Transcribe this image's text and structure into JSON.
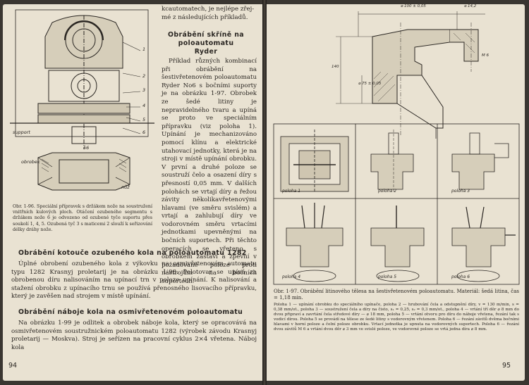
{
  "left": {
    "cont_text": "kcautomatech, je nejlépe zřej-mé z následujících příkladů.",
    "heading_housing": "Obrábění skříně na poloautomatu Ryder",
    "body_housing": "Příklad různých kombinací při obrábění na šestivřetenovém poloautomatu Ryder No6 s bočními suporty je na obrázku 1-97. Obrobek ze šedé litiny je nepravidelného tvaru a upíná se proto ve speciálním přípravku (viz poloha 1). Upínání je mechanizováno pomocí klínu a elektrické utahovací jednotky, která je na stroji v místě upínání obrobku. V první a druhé poloze se soustruží čelo a osazení díry s přesností 0,05 mm. V dalších polohách se vrtají díry a řežou závity několikavřetenovými hlavami (ve směru svislém) a vrtají a zahlubují díry ve vodorovném směru vrtacími jednotkami upevněnými na bočních suportech. Při těchto operacích se vřeteno s obrobkem zastaví a zpevní v požadované poloze proti nástrojům na bočních suportech.",
    "fig_caption": "Obr. 1-96. Speciální přípravek s držákem nože na soustružení vnitřních kulových ploch. Otáčení ozubeného segmentu s držákem nože 6 je odvozeno od ozubené tyče suportu přes soukolí 1, 4, 5. Ozubená tyč 3 s maticemi 2 slouží k seřizování délky dráhy nože.",
    "fig_labels": {
      "n1": "1",
      "n2": "2",
      "n3": "3",
      "n4": "4",
      "n5": "5",
      "n6": "6",
      "support": "support",
      "workpiece": "obrobek",
      "knife": "nůž",
      "dim": "56"
    },
    "heading_gear": "Obrábění kotouče ozubeného kola na poloautomatu 1282",
    "body_gear": "Úplné obrobení ozubeného kola z výkovku na osmivřetenovém automatu typu 1282 Krasnyj proletarij je na obrázku 1-98. Polotovar se upíná za obrobenou díru nalisováním na upínací trn v poloze upínání. K nalisování a stažení obrobku z upínacího trnu se používá přenosného lisovacího přípravku, který je zavěšen nad strojem v místě upínání.",
    "heading_hub": "Obrábění náboje kola na osmivřetenovém poloautomatu",
    "body_hub": "Na obrázku 1-99 je odlitek a obrobek náboje kola, který se opracovává na osmivřetenovém soustružnickém poloautomatu 1282 (výrobek závodu Krasnyj proletarij — Moskva). Stroj je seřízen na pracovní cyklus 2×4 vřetena. Náboj kola",
    "page_number": "94"
  },
  "right": {
    "fig_title": "Obr. 1-97. Obrábění litinového tělesa na šestivřetenovém poloautomatu. Materiál: šedá litina, čas = 1,18 min.",
    "fig_detail": "Poloha 1 — upínání obrobku do speciálního upínače, poloha 2 — hrubování čela a odstupnění díry, v = 130 m/min, s = 0,38 mm/ot., poloha 3 — soustružení čela a díry na čisto, s₁ = 0,25, s₂ = 0,3 mm/ot., poloha 4 — vrtání tří děr ⌀ 8 mm do dvou připraví a zavrtání čela středové díry — ⌀ 18 mm, poloha 5 — vrtání otvoru pro díru do náboje vřetena, řezání tak s vodicí dírou. Poloha 5 se provádí na tělese ze šedé litiny s vodorovným vřetenem. Poloha 6 — řezání závitů dvěma bočními hlavami v horní poloze a čelní poloze obrobku. Vrtací jednotka je upnuta na vodorovných suportech. Poloha 6 — řezání dvou závitů M 6 a vrtání dvou děr ⌀ 3 mm ve svislé poloze, ve vodorovné poloze se vrtá jedna díra ⌀ 8 mm.",
    "positions": [
      "poloha 1",
      "poloha 2",
      "poloha 3",
      "poloha 4",
      "poloha 5",
      "poloha 6"
    ],
    "dims": {
      "d1": "⌀ 100 ± 0,05",
      "d2": "⌀ 14,2",
      "d3": "140",
      "d4": "⌀ 75 ± 0,05",
      "d5": "M 6"
    },
    "page_number": "95"
  },
  "colors": {
    "paper": "#e9e2d2",
    "ink": "#2a2622",
    "background": "#3a3631"
  }
}
